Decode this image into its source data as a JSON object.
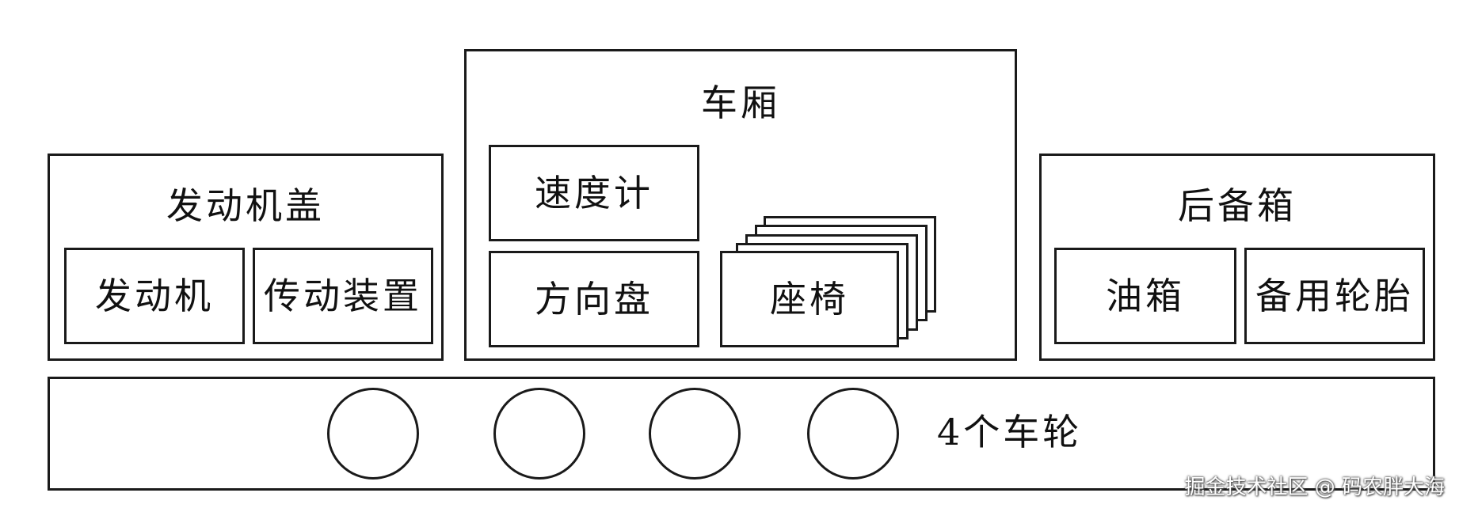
{
  "hood": {
    "title": "发动机盖",
    "engine": "发动机",
    "transmission": "传动装置"
  },
  "cabin": {
    "title": "车厢",
    "speedometer": "速度计",
    "steering_wheel": "方向盘",
    "seats": "座椅"
  },
  "trunk": {
    "title": "后备箱",
    "fuel_tank": "油箱",
    "spare_tire": "备用轮胎"
  },
  "chassis": {
    "wheels_label": "4个车轮"
  },
  "watermark": "掘金技术社区 @ 码农胖大海"
}
